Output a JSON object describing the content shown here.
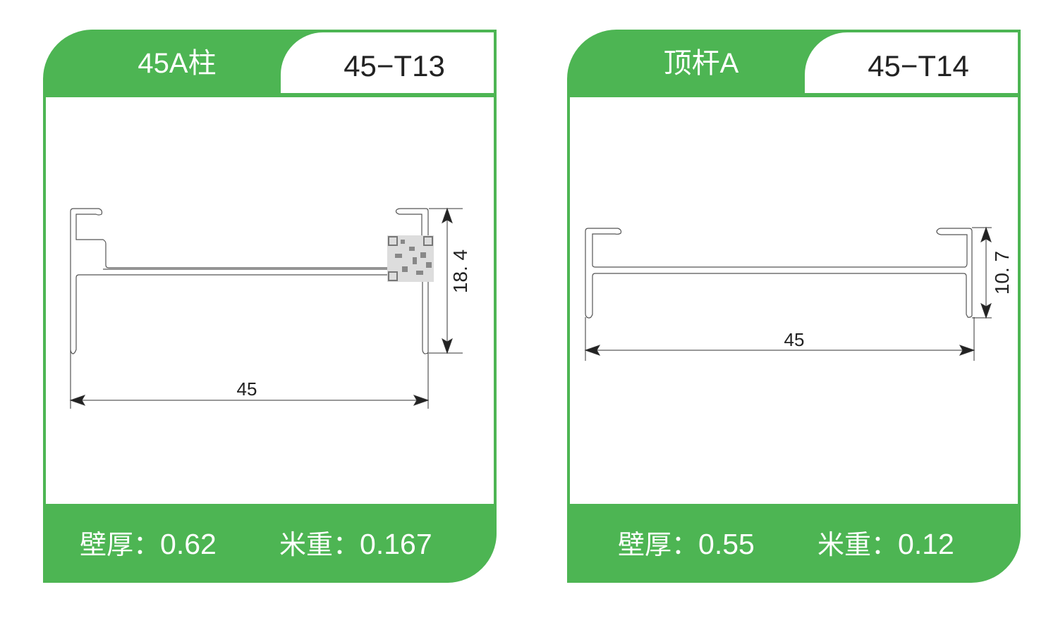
{
  "products": [
    {
      "name": "45A柱",
      "code": "45−T13",
      "width_dim": "45",
      "height_dim": "18. 4",
      "wall_label": "壁厚：",
      "wall_value": "0.62",
      "weight_label": "米重：",
      "weight_value": "0.167"
    },
    {
      "name": "顶杆A",
      "code": "45−T14",
      "width_dim": "45",
      "height_dim": "10. 7",
      "wall_label": "壁厚：",
      "wall_value": "0.55",
      "weight_label": "米重：",
      "weight_value": "0.12"
    }
  ],
  "colors": {
    "brand_green": "#4db553"
  }
}
